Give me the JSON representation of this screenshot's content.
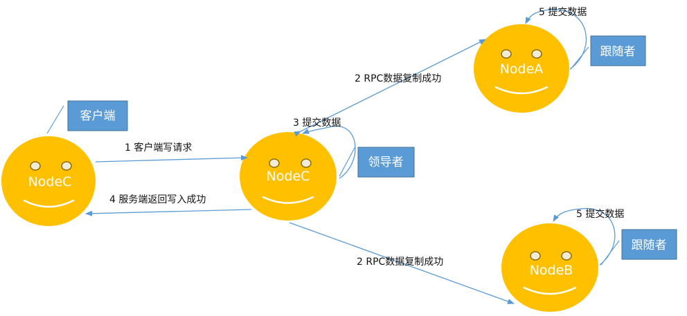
{
  "colors": {
    "node_fill": "#ffc000",
    "eye_fill": "#f2ecd6",
    "eye_stroke": "#8c6a00",
    "tag_fill": "#5b9bd5",
    "tag_stroke": "#41719c",
    "arrow": "#5b9bd5",
    "smile": "#ffffff",
    "text": "#111111"
  },
  "nodes": {
    "client": {
      "label": "NodeC",
      "tag": "客户端"
    },
    "leader": {
      "label": "NodeC",
      "tag": "领导者"
    },
    "follower_a": {
      "label": "NodeA",
      "tag": "跟随者"
    },
    "follower_b": {
      "label": "NodeB",
      "tag": "跟随者"
    }
  },
  "edges": {
    "client_write": "1 客户端写请求",
    "rpc_to_a": "2  RPC数据复制成功",
    "rpc_to_b": "2  RPC数据复制成功",
    "leader_commit": "3   提交数据",
    "write_success": "4 服务端返回写入成功",
    "a_commit": "5   提交数据",
    "b_commit": "5   提交数据"
  }
}
